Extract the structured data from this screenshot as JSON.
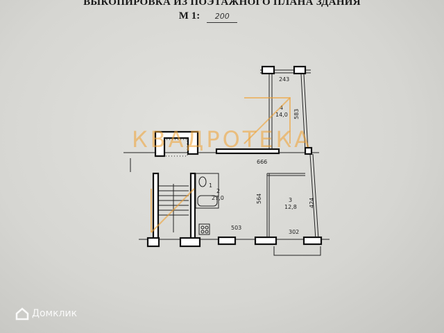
{
  "header": {
    "title": "ВЫКОПИРОВКА ИЗ ПОЭТАЖНОГО ПЛАНА ЗДАНИЯ",
    "scale_label": "М 1:",
    "scale_value": "200"
  },
  "plan": {
    "rooms": [
      {
        "number": "1",
        "area": ""
      },
      {
        "number": "2",
        "area": "27,0"
      },
      {
        "number": "3",
        "area": "12,8"
      },
      {
        "number": "4",
        "area": "14,0"
      }
    ],
    "dimensions": [
      "243",
      "583",
      "666",
      "564",
      "424",
      "503",
      "302"
    ]
  },
  "watermark": "КВАДРОТЕКА",
  "brand": {
    "name": "Домклик",
    "color": "#ffffff"
  },
  "colors": {
    "watermark": "#f0a030",
    "walls": "#111111"
  }
}
